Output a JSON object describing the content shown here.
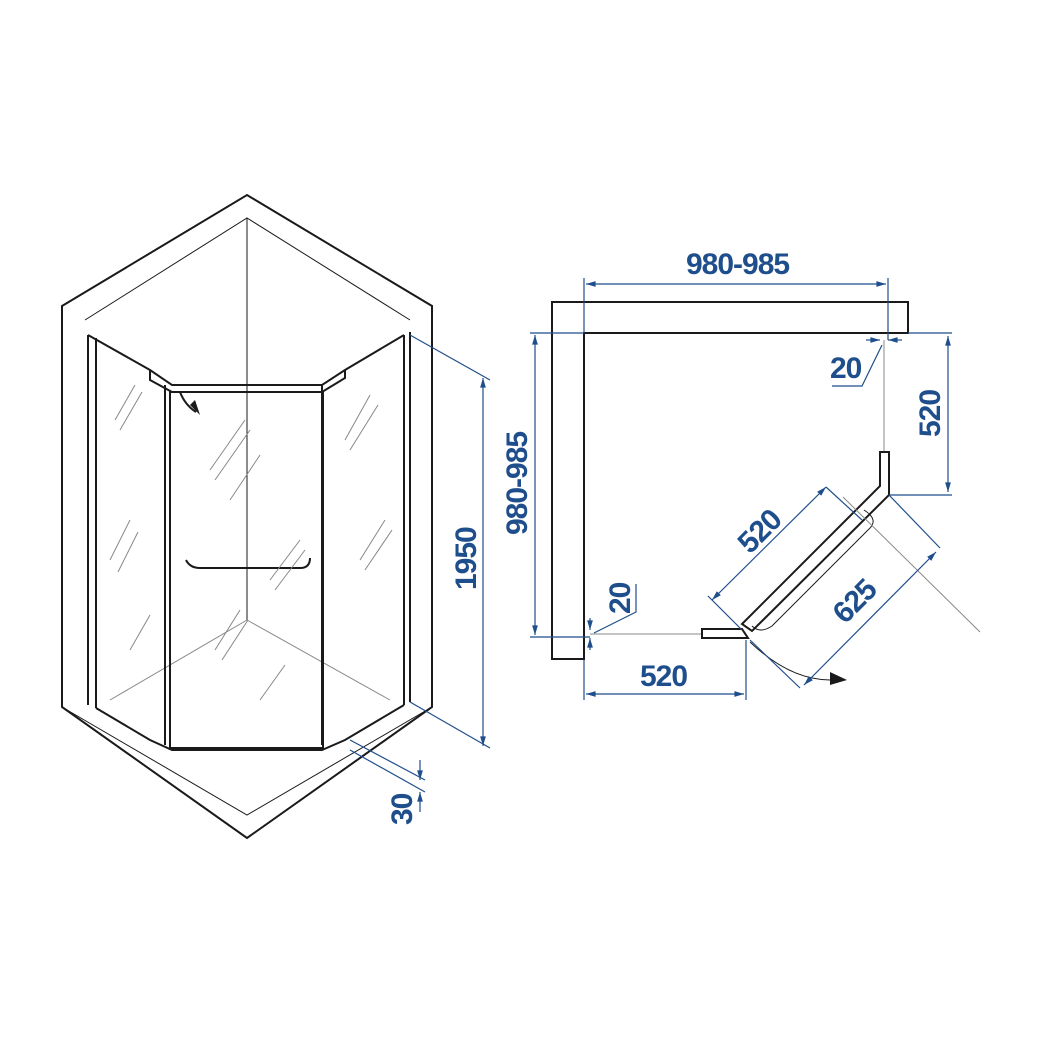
{
  "colors": {
    "dimension": "#1f4e8c",
    "outline": "#1a1a1a"
  },
  "isometric_view": {
    "height_label": "1950",
    "tray_label": "30"
  },
  "plan_view": {
    "width_label": "980-985",
    "depth_label": "980-985",
    "right_fixed_label": "520",
    "right_gap_label": "20",
    "bottom_fixed_label": "520",
    "bottom_gap_label": "20",
    "diagonal_label": "520",
    "door_label": "625"
  }
}
